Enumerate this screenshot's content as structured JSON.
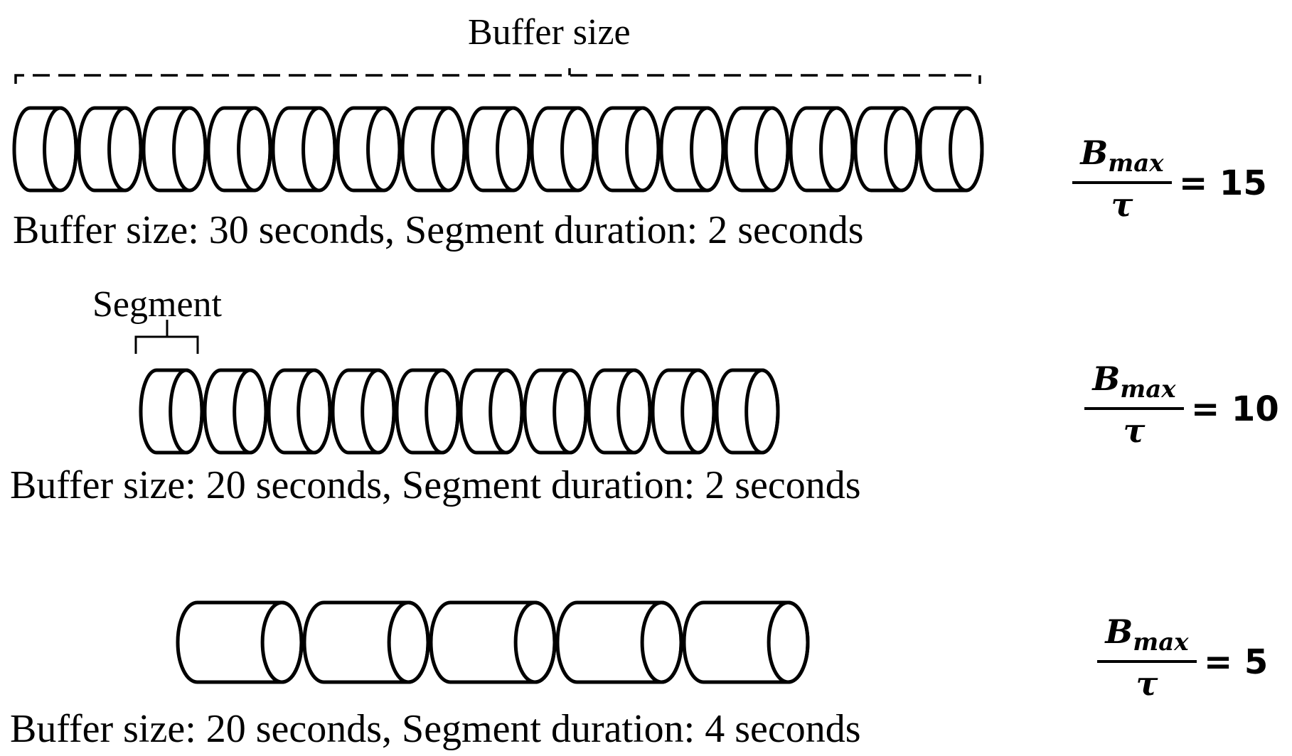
{
  "labels": {
    "buffer_size": "Buffer size",
    "segment": "Segment"
  },
  "rows": [
    {
      "caption": "Buffer size: 30 seconds, Segment duration: 2 seconds",
      "buffer_seconds": 30,
      "segment_seconds": 2,
      "segment_count": 15,
      "formula": {
        "num_base": "B",
        "num_sub": "max",
        "den": "τ",
        "rhs": "= 15"
      }
    },
    {
      "caption": "Buffer size: 20 seconds, Segment duration: 2 seconds",
      "buffer_seconds": 20,
      "segment_seconds": 2,
      "segment_count": 10,
      "formula": {
        "num_base": "B",
        "num_sub": "max",
        "den": "τ",
        "rhs": "= 10"
      }
    },
    {
      "caption": "Buffer size: 20 seconds, Segment duration: 4 seconds",
      "buffer_seconds": 20,
      "segment_seconds": 4,
      "segment_count": 5,
      "formula": {
        "num_base": "B",
        "num_sub": "max",
        "den": "τ",
        "rhs": "= 5"
      }
    }
  ]
}
